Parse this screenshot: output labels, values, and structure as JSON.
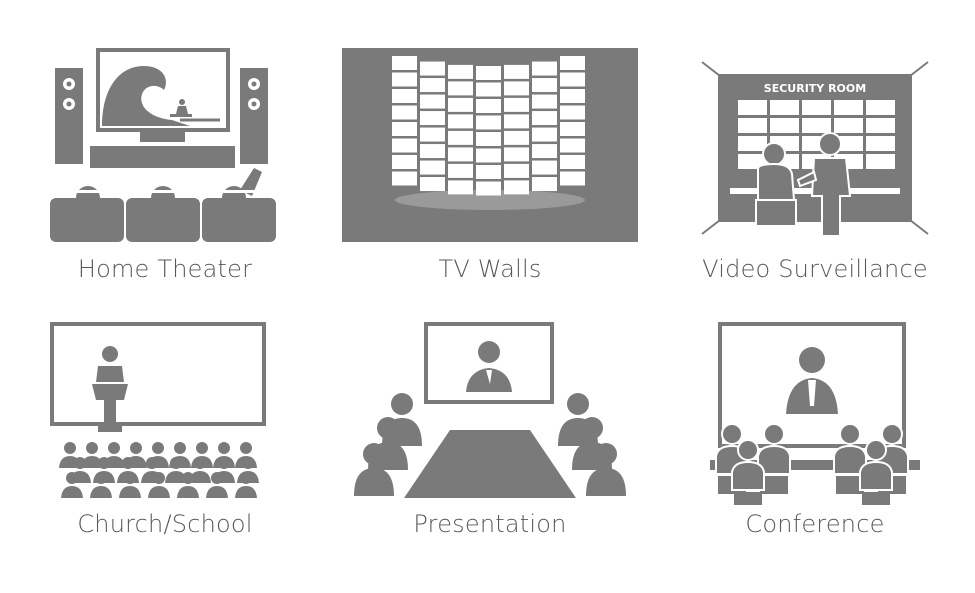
{
  "icon_color": "#7a7a7a",
  "caption_color": "#585858",
  "tiles": [
    {
      "icon": "home-theater-icon",
      "label": "Home Theater"
    },
    {
      "icon": "tv-wall-icon",
      "label": "TV Walls"
    },
    {
      "icon": "security-room-icon",
      "label": "Video Surveillance",
      "sign": "SECURITY ROOM"
    },
    {
      "icon": "church-school-icon",
      "label": "Church/School"
    },
    {
      "icon": "presentation-icon",
      "label": "Presentation"
    },
    {
      "icon": "conference-icon",
      "label": "Conference"
    }
  ]
}
